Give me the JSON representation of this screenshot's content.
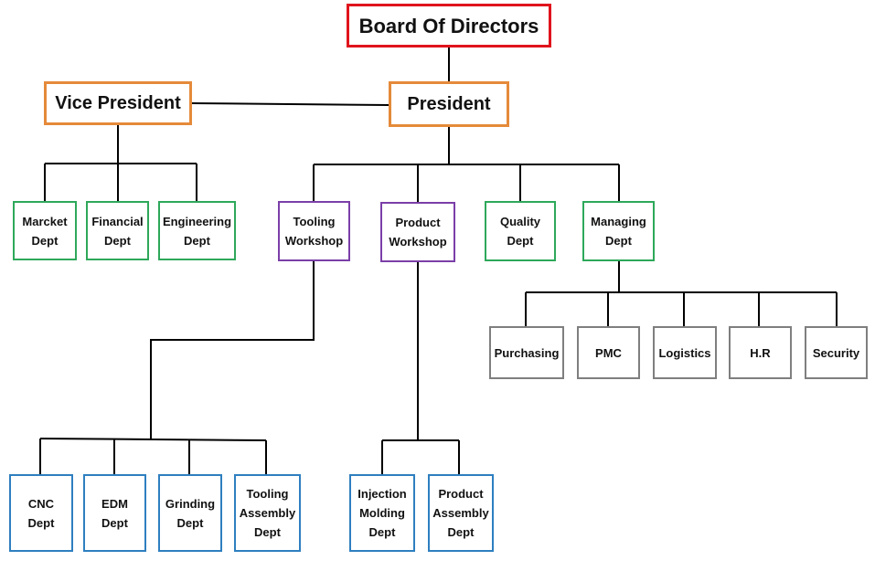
{
  "colors": {
    "top": "#e0141c",
    "executive": "#e58a3a",
    "department": "#2ea85a",
    "workshop": "#7b3fa8",
    "managing_sub": "#7f7f7f",
    "workshop_sub": "#2e7fc0",
    "connector": "#000000"
  },
  "board": {
    "label": "Board Of Directors"
  },
  "vice_president": {
    "label": "Vice President"
  },
  "president": {
    "label": "President"
  },
  "vp_departments": [
    {
      "lines": [
        "Marcket",
        "Dept"
      ]
    },
    {
      "lines": [
        "Financial",
        "Dept"
      ]
    },
    {
      "lines": [
        "Engineering",
        "Dept"
      ]
    }
  ],
  "tooling_workshop": {
    "lines": [
      "Tooling",
      "Workshop"
    ]
  },
  "product_workshop": {
    "lines": [
      "Product",
      "Workshop"
    ]
  },
  "quality_dept": {
    "lines": [
      "Quality",
      "Dept"
    ]
  },
  "managing_dept": {
    "lines": [
      "Managing",
      "Dept"
    ]
  },
  "managing_units": [
    {
      "lines": [
        "Purchasing"
      ]
    },
    {
      "lines": [
        "PMC"
      ]
    },
    {
      "lines": [
        "Logistics"
      ]
    },
    {
      "lines": [
        "H.R"
      ]
    },
    {
      "lines": [
        "Security"
      ]
    }
  ],
  "tooling_units": [
    {
      "lines": [
        "CNC",
        "Dept"
      ]
    },
    {
      "lines": [
        "EDM",
        "Dept"
      ]
    },
    {
      "lines": [
        "Grinding",
        "Dept"
      ]
    },
    {
      "lines": [
        "Tooling",
        "Assembly",
        "Dept"
      ]
    }
  ],
  "product_units": [
    {
      "lines": [
        "Injection",
        "Molding",
        "Dept"
      ]
    },
    {
      "lines": [
        "Product",
        "Assembly",
        "Dept"
      ]
    }
  ]
}
